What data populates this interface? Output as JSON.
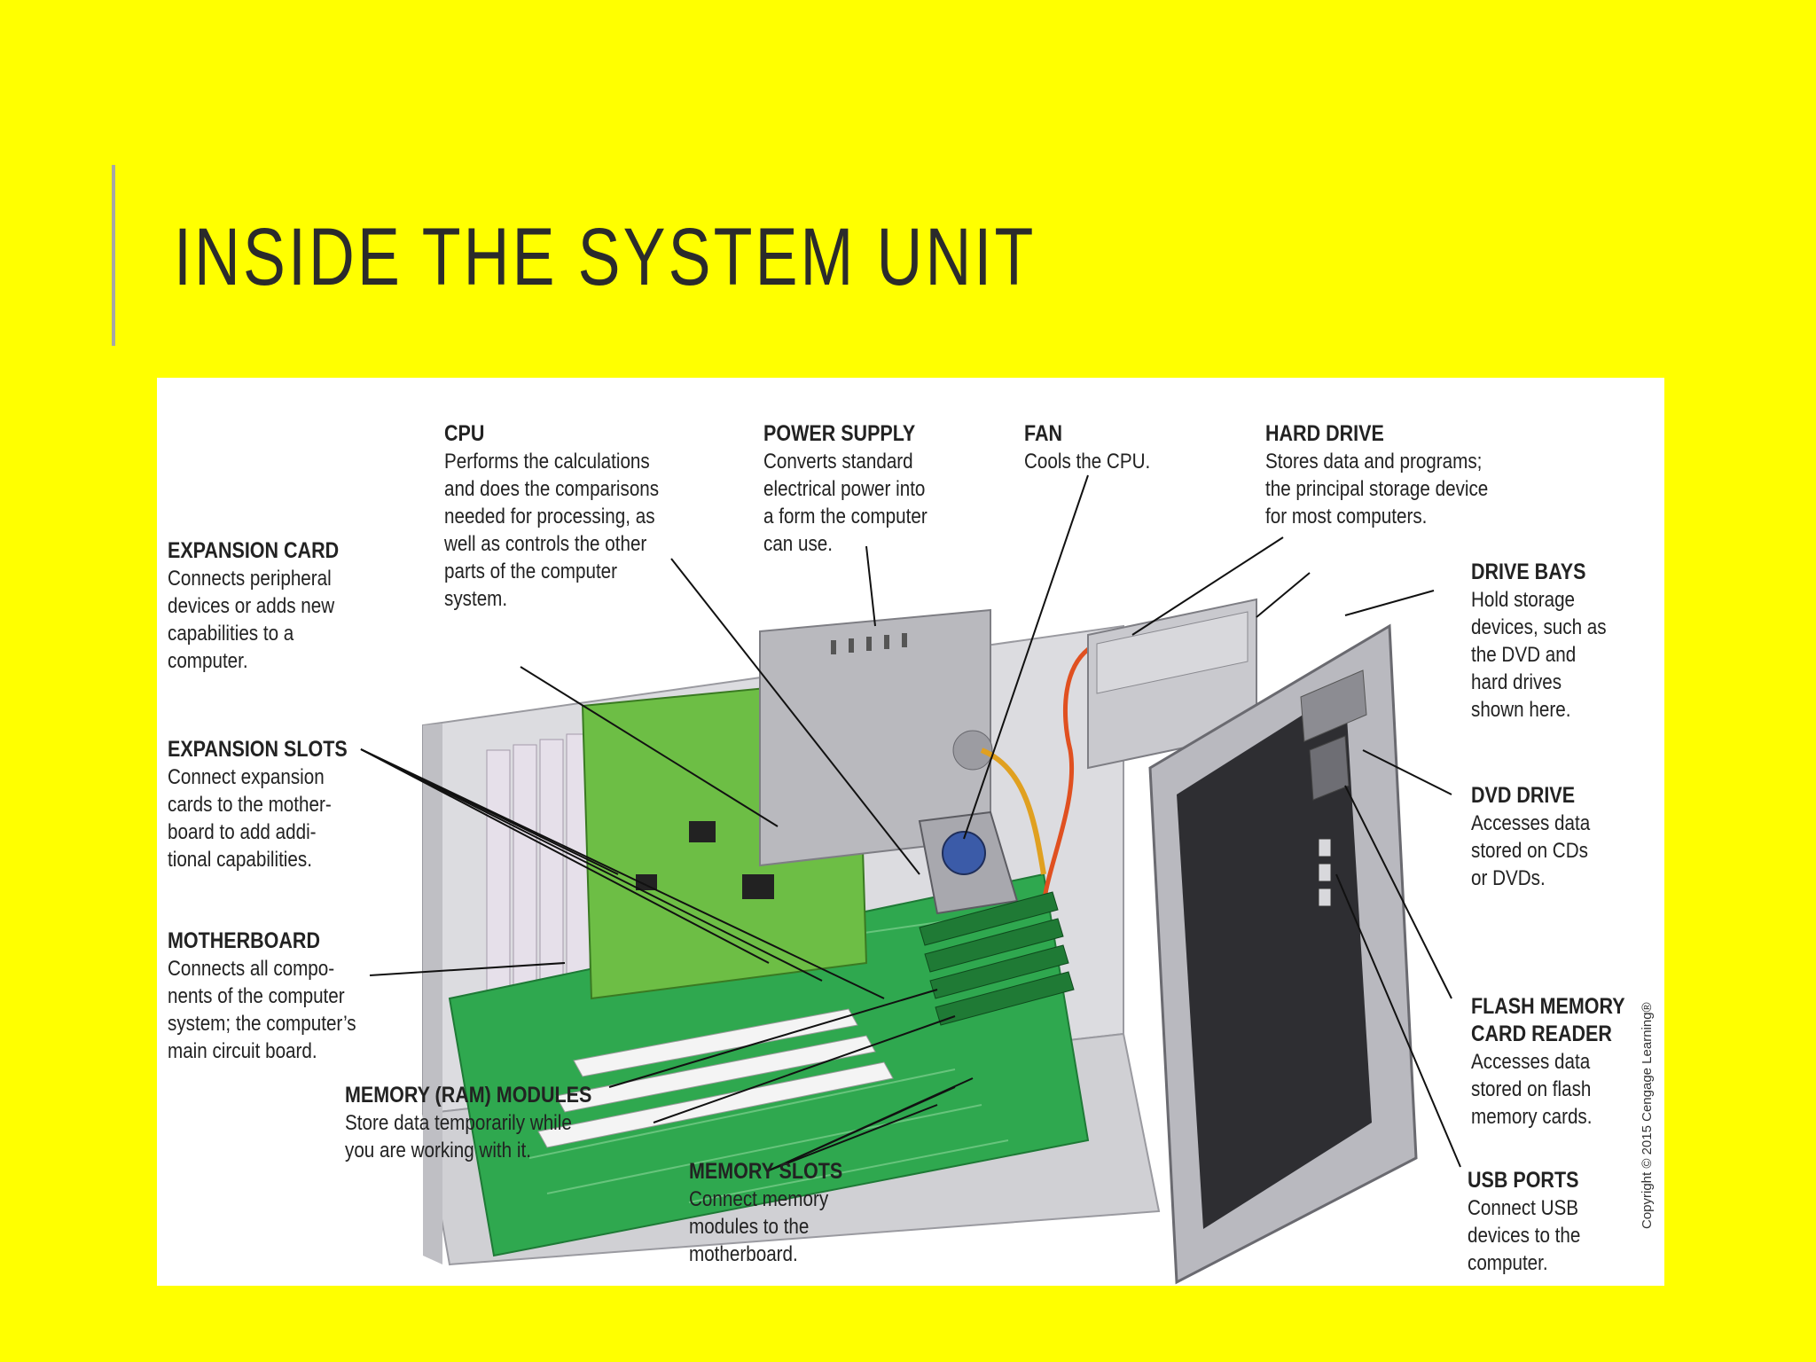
{
  "slide": {
    "title": "INSIDE THE SYSTEM UNIT"
  },
  "colors": {
    "background": "#FFFF00",
    "accent_bar": "#A6A6A6",
    "title_text": "#2B2B2B",
    "board_green": "#2FA84F",
    "case_gray": "#C8C8CC"
  },
  "callouts": {
    "cpu": {
      "title": "CPU",
      "desc": "Performs the calculations\nand does the comparisons\nneeded for processing, as\nwell as controls the other\nparts of the computer\nsystem."
    },
    "power_supply": {
      "title": "POWER SUPPLY",
      "desc": "Converts standard\nelectrical power into\na form the computer\ncan use."
    },
    "fan": {
      "title": "FAN",
      "desc": "Cools the CPU."
    },
    "hard_drive": {
      "title": "HARD DRIVE",
      "desc": "Stores data and programs;\nthe principal storage device\nfor most computers."
    },
    "expansion_card": {
      "title": "EXPANSION CARD",
      "desc": "Connects peripheral\ndevices or adds new\ncapabilities to a\ncomputer."
    },
    "drive_bays": {
      "title": "DRIVE BAYS",
      "desc": "Hold storage\ndevices, such as\nthe DVD and\nhard drives\nshown here."
    },
    "expansion_slots": {
      "title": "EXPANSION SLOTS",
      "desc": "Connect expansion\ncards to the mother-\nboard to add addi-\ntional capabilities."
    },
    "dvd_drive": {
      "title": "DVD DRIVE",
      "desc": "Accesses data\nstored on CDs\nor DVDs."
    },
    "motherboard": {
      "title": "MOTHERBOARD",
      "desc": "Connects all compo-\nnents of the computer\nsystem; the computer’s\nmain circuit board."
    },
    "flash_reader": {
      "title": "FLASH MEMORY\nCARD READER",
      "desc": "Accesses data\nstored on flash\nmemory cards."
    },
    "memory_modules": {
      "title": "MEMORY (RAM) MODULES",
      "desc": "Store data temporarily while\nyou are working with it."
    },
    "memory_slots": {
      "title": "MEMORY SLOTS",
      "desc": "Connect memory\nmodules to the\nmotherboard."
    },
    "usb_ports": {
      "title": "USB PORTS",
      "desc": "Connect USB\ndevices to the\ncomputer."
    }
  },
  "copyright": "Copyright © 2015 Cengage Learning®"
}
